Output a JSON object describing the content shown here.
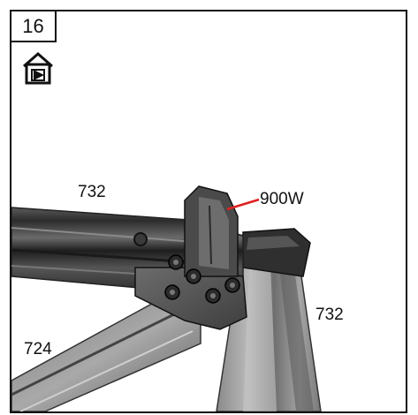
{
  "step": {
    "number": "16"
  },
  "icons": {
    "view": "greenhouse-inside-view-icon"
  },
  "labels": {
    "top_beam": "732",
    "bracket": "900W",
    "right_post": "732",
    "diagonal": "724"
  },
  "colors": {
    "callout_line": "#e02020",
    "frame": "#111111"
  }
}
